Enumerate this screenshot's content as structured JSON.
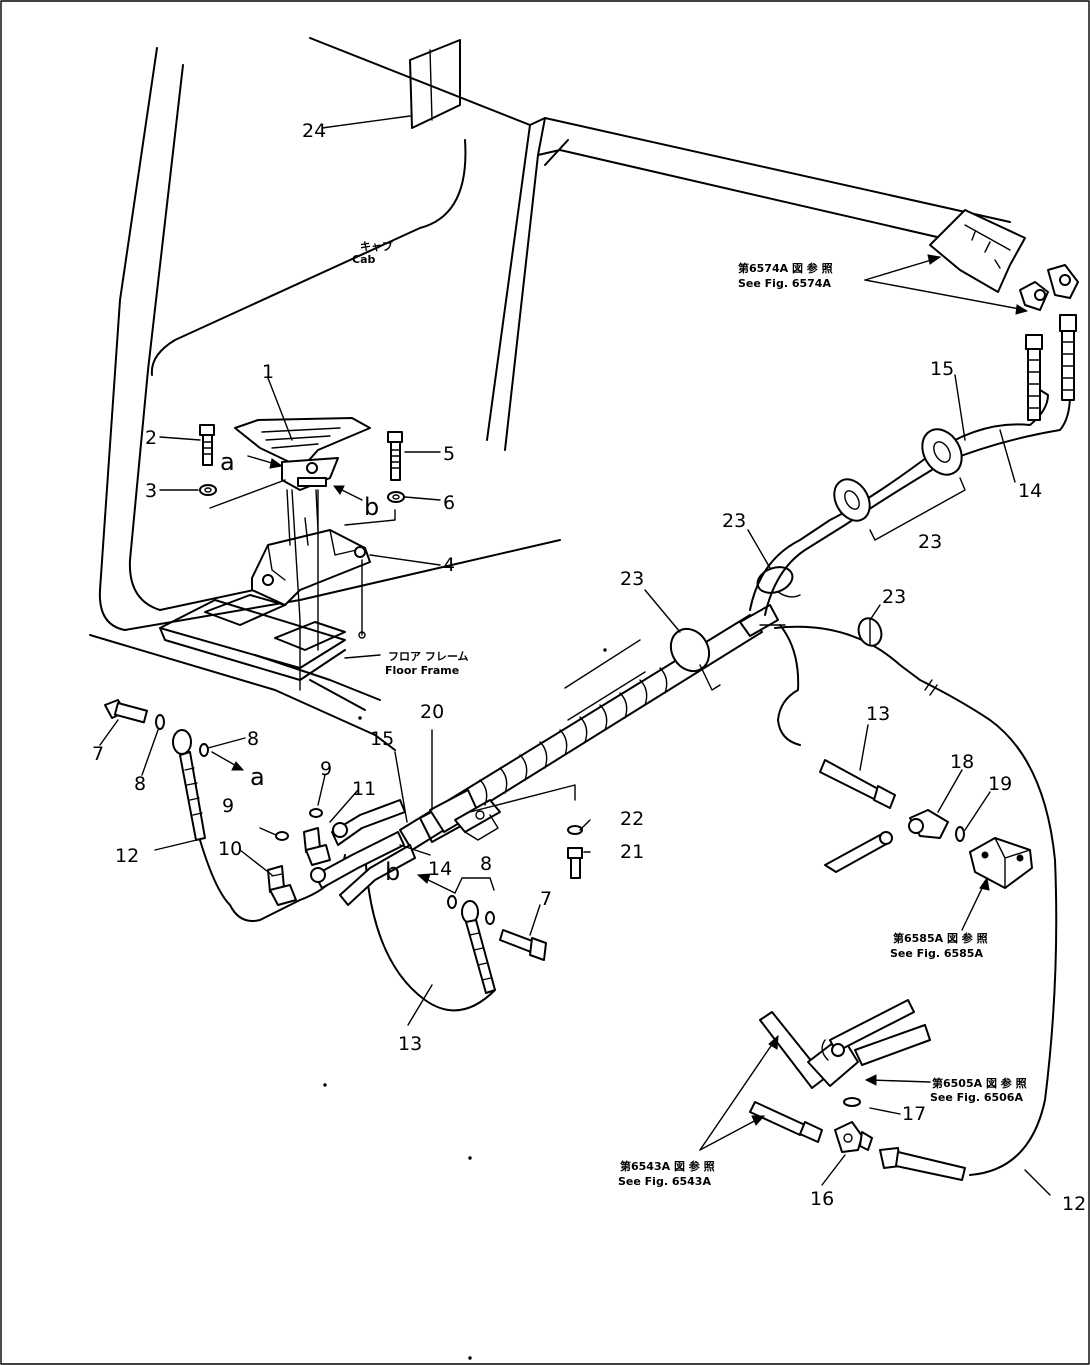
{
  "labels": {
    "cab_jp": "キャブ",
    "cab_en": "Cab",
    "floor_jp": "フロア フレーム",
    "floor_en": "Floor Frame",
    "ref_6574_jp": "第6574A 図 参 照",
    "ref_6574_en": "See Fig. 6574A",
    "ref_6585_jp": "第6585A 図 参 照",
    "ref_6585_en": "See Fig. 6585A",
    "ref_6506_jp": "第6505A 図 参 照",
    "ref_6506_en": "See Fig. 6506A",
    "ref_6543_jp": "第6543A 図 参 照",
    "ref_6543_en": "See Fig. 6543A"
  },
  "parts": {
    "p1": "1",
    "p2": "2",
    "p3": "3",
    "p4": "4",
    "p5": "5",
    "p6": "6",
    "p7a": "7",
    "p7b": "7",
    "p8a": "8",
    "p8b": "8",
    "p8c": "8",
    "p9a": "9",
    "p9b": "9",
    "p10": "10",
    "p11": "11",
    "p12a": "12",
    "p12b": "12",
    "p13a": "13",
    "p13b": "13",
    "p14a": "14",
    "p14b": "14",
    "p15a": "15",
    "p15b": "15",
    "p16": "16",
    "p17": "17",
    "p18": "18",
    "p19": "19",
    "p20": "20",
    "p21": "21",
    "p22": "22",
    "p23a": "23",
    "p23b": "23",
    "p23c": "23",
    "p23d": "23",
    "p24": "24"
  },
  "callouts": {
    "a1": "a",
    "a2": "a",
    "b1": "b",
    "b2": "b"
  }
}
